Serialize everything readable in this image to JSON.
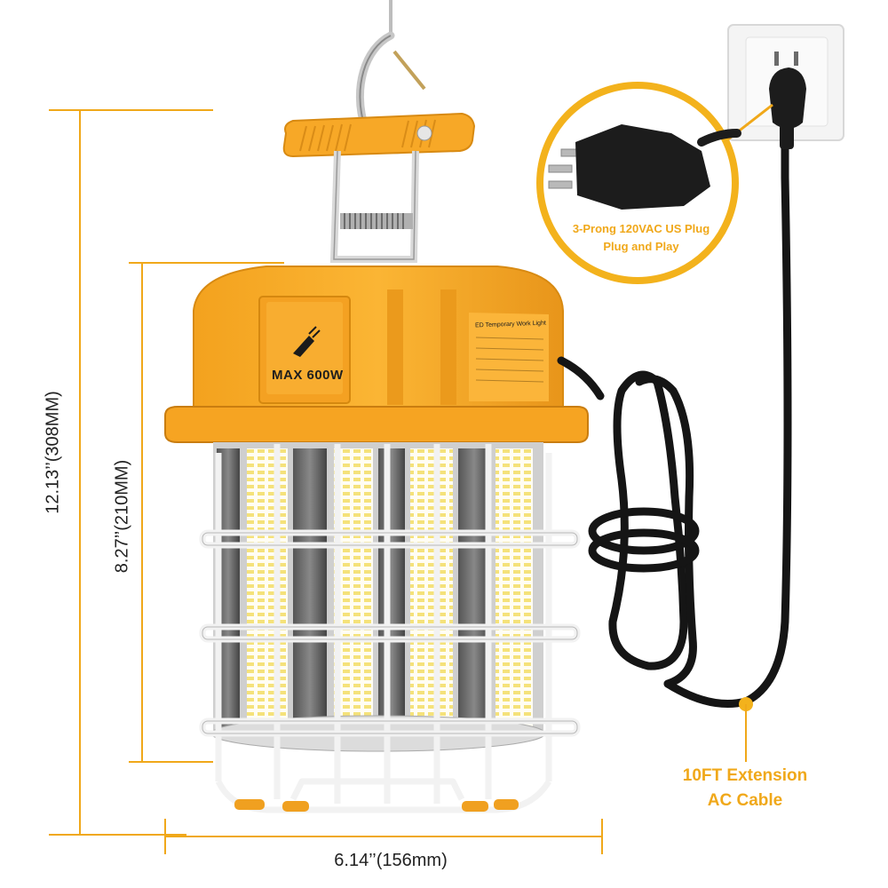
{
  "dimensions": {
    "total_height": "12.13’’(308MM)",
    "body_height": "8.27’’(210MM)",
    "width": "6.14’’(156mm)"
  },
  "callouts": {
    "plug_line1": "3-Prong 120VAC US Plug",
    "plug_line2": "Plug and Play",
    "cable_line1": "10FT Extension",
    "cable_line2": "AC Cable"
  },
  "product": {
    "max_watt": "MAX 600W",
    "label_title": "ED Temporary Work Light"
  },
  "colors": {
    "accent": "#f0a81a",
    "housing": "#f7a827",
    "cord": "#151515",
    "cage": "#eeeeee"
  }
}
